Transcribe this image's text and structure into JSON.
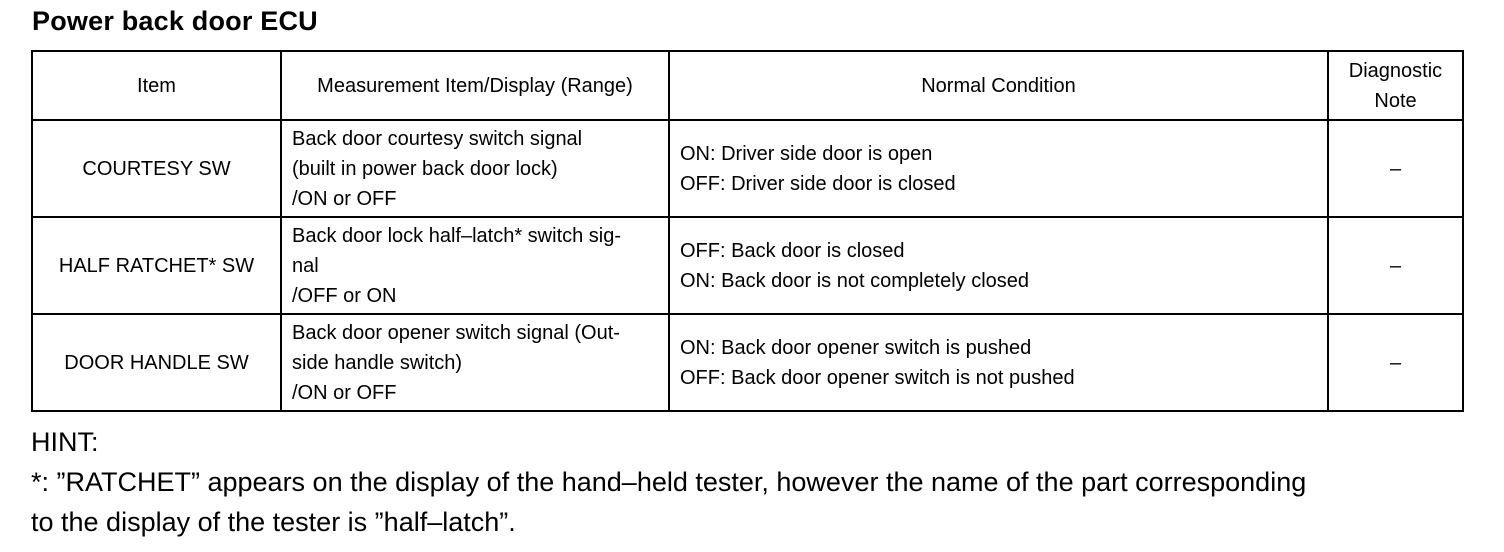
{
  "title": "Power back door ECU",
  "table": {
    "headers": {
      "item": "Item",
      "measurement": "Measurement Item/Display (Range)",
      "normal": "Normal Condition",
      "diag_line1": "Diagnostic",
      "diag_line2": "Note"
    },
    "rows": [
      {
        "item": "COURTESY SW",
        "meas": [
          "Back door courtesy switch signal",
          "(built in power back door lock)",
          "/ON or OFF"
        ],
        "cond": [
          "ON: Driver side door is open",
          "OFF: Driver side door is closed"
        ],
        "note": "–"
      },
      {
        "item": "HALF RATCHET* SW",
        "meas": [
          "Back door lock half–latch* switch sig-",
          "nal",
          "/OFF or ON"
        ],
        "cond": [
          "OFF: Back door is closed",
          "ON: Back door is not completely closed"
        ],
        "note": "–"
      },
      {
        "item": "DOOR HANDLE SW",
        "meas": [
          "Back door opener switch signal (Out-",
          "side handle switch)",
          "/ON or OFF"
        ],
        "cond": [
          "ON: Back door opener switch is pushed",
          "OFF: Back door opener switch is not pushed"
        ],
        "note": "–"
      }
    ]
  },
  "hint": {
    "label": "HINT:",
    "line1": "*: ”RATCHET” appears on the display of the hand–held tester, however the name of the part corresponding",
    "line2": "to the display of the tester is ”half–latch”."
  }
}
